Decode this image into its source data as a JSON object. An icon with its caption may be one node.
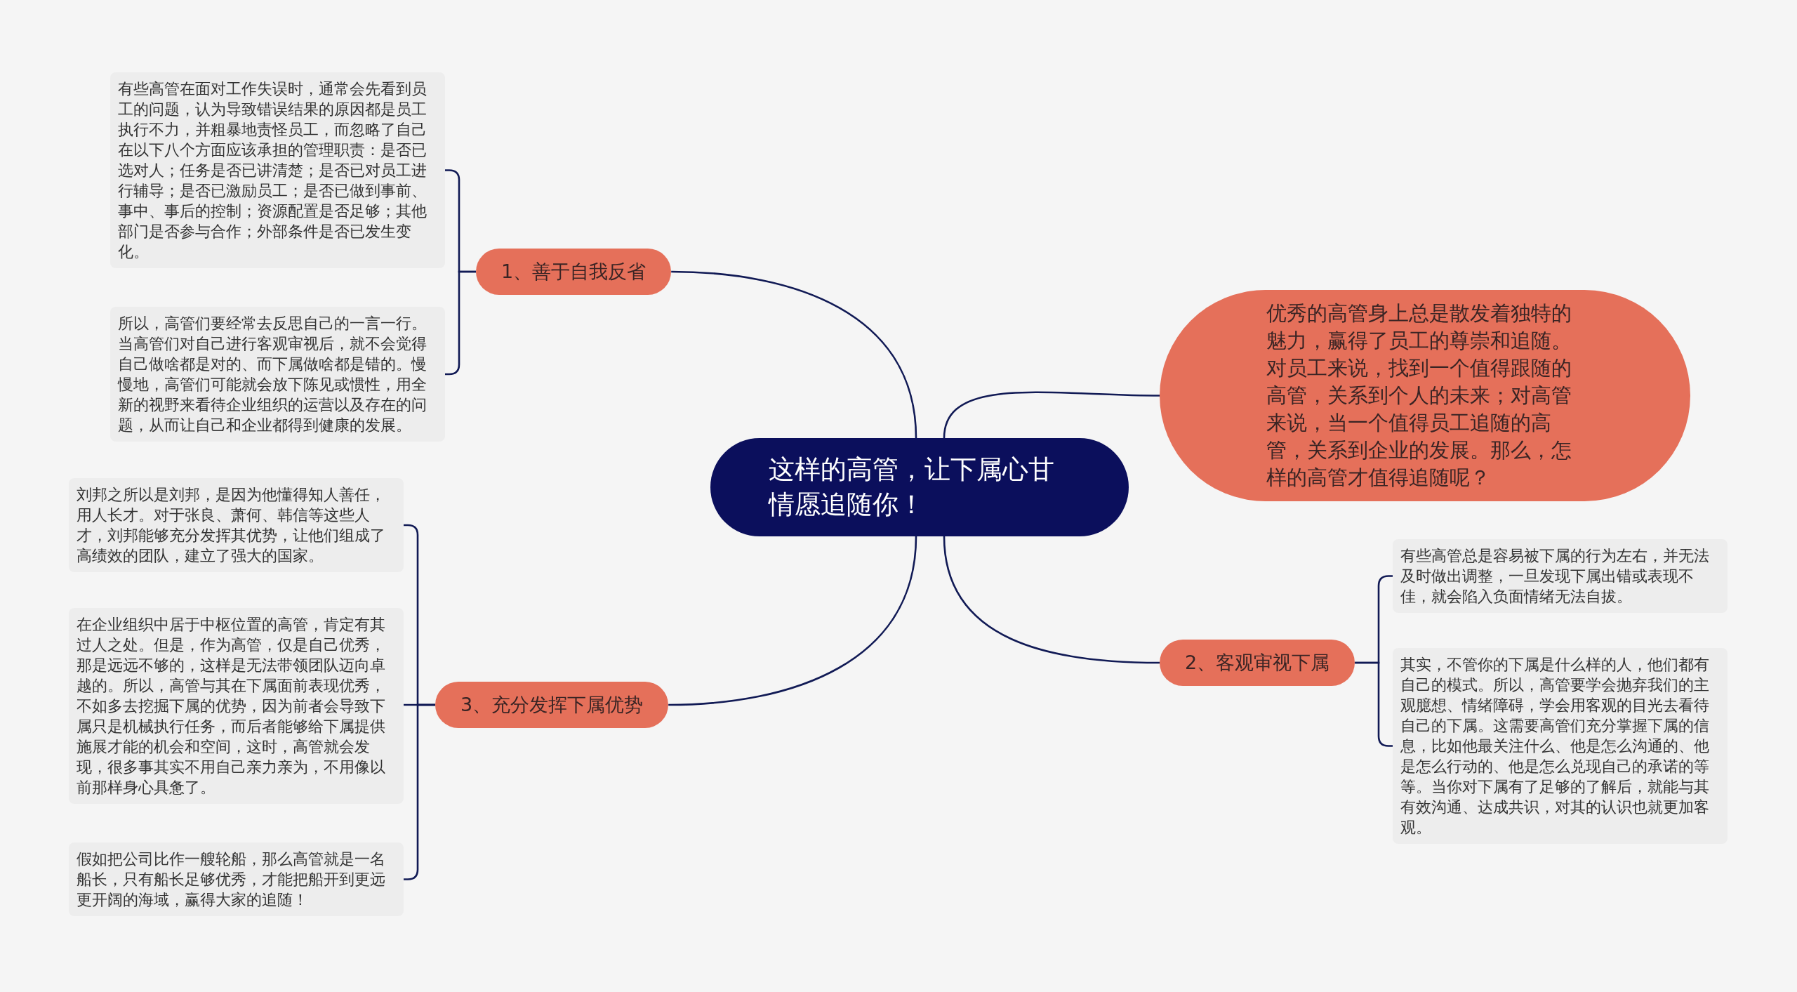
{
  "diagram": {
    "nodes": [
      {
        "text": [
          "这样的高管，让下属心甘情愿追随你！"
        ]
      },
      {
        "text": [
          "1、善于自我反省"
        ]
      },
      {
        "text": [
          "有些高管在面对工作失误时，通常会先看到员工的问题，认为导致错误结果的原因都是员工执行不力，并粗暴地责怪员工，而忽略了自己在以下八个方面应该承担的管理职责：是否已选对人；任务是否已讲清楚；是否已对员工进行辅导；是否已激励员工；是否已做到事前、事中、事后的控制；资源配置是否足够；其他部门是否参与合作；外部条件是否已发生变化。"
        ]
      },
      {
        "text": [
          "所以，高管们要经常去反思自己的一言一行。当高管们对自己进行客观审视后，就不会觉得自己做啥都是对的、而下属做啥都是错的。慢慢地，高管们可能就会放下陈见或惯性，用全新的视野来看待企业组织的运营以及存在的问题，从而让自己和企业都得到健康的发展。"
        ]
      },
      {
        "text": [
          "优秀的高管身上总是散发着独特的魅力，赢得了员工的尊崇和追随。对员工来说，找到一个值得跟随的高管，关系到个人的未来；对高管来说，当一个值得员工追随的高管，关系到企业的发展。那么，怎样的高管才值得追随呢？"
        ]
      },
      {
        "text": [
          "2、客观审视下属"
        ]
      },
      {
        "text": [
          "有些高管总是容易被下属的行为左右，并无法及时做出调整，一旦发现下属出错或表现不佳，就会陷入负面情绪无法自拔。"
        ]
      },
      {
        "text": [
          "其实，不管你的下属是什么样的人，他们都有自己的模式。所以，高管要学会抛弃我们的主观臆想、情绪障碍，学会用客观的目光去看待自己的下属。这需要高管们充分掌握下属的信息，比如他最关注什么、他是怎么沟通的、他是怎么行动的、他是怎么兑现自己的承诺的等等。当你对下属有了足够的了解后，就能与其有效沟通、达成共识，对其的认识也就更加客观。"
        ]
      },
      {
        "text": [
          "3、充分发挥下属优势"
        ]
      },
      {
        "text": [
          "刘邦之所以是刘邦，是因为他懂得知人善任，用人长才。对于张良、萧何、韩信等这些人才，刘邦能够充分发挥其优势，让他们组成了高绩效的团队，建立了强大的国家。"
        ]
      },
      {
        "text": [
          "在企业组织中居于中枢位置的高管，肯定有其过人之处。但是，作为高管，仅是自己优秀，那是远远不够的，这样是无法带领团队迈向卓越的。所以，高管与其在下属面前表现优秀，不如多去挖掘下属的优势，因为前者会导致下属只是机械执行任务，而后者能够给下属提供施展才能的机会和空间，这时，高管就会发现，很多事其实不用自己亲力亲为，不用像以前那样身心具惫了。"
        ]
      },
      {
        "text": [
          "假如把公司比作一艘轮船，那么高管就是一名船长，只有船长足够优秀，才能把船开到更远更开阔的海域，赢得大家的追随！"
        ]
      }
    ],
    "edges": [
      {
        "from": 0,
        "to": 1,
        "arrow": "none"
      },
      {
        "from": 1,
        "to": 2,
        "arrow": "none"
      },
      {
        "from": 1,
        "to": 3,
        "arrow": "none"
      },
      {
        "from": 0,
        "to": 4,
        "arrow": "none"
      },
      {
        "from": 0,
        "to": 5,
        "arrow": "none"
      },
      {
        "from": 5,
        "to": 6,
        "arrow": "none"
      },
      {
        "from": 5,
        "to": 7,
        "arrow": "none"
      },
      {
        "from": 0,
        "to": 8,
        "arrow": "none"
      },
      {
        "from": 8,
        "to": 9,
        "arrow": "none"
      },
      {
        "from": 8,
        "to": 10,
        "arrow": "none"
      },
      {
        "from": 8,
        "to": 11,
        "arrow": "none"
      }
    ]
  }
}
